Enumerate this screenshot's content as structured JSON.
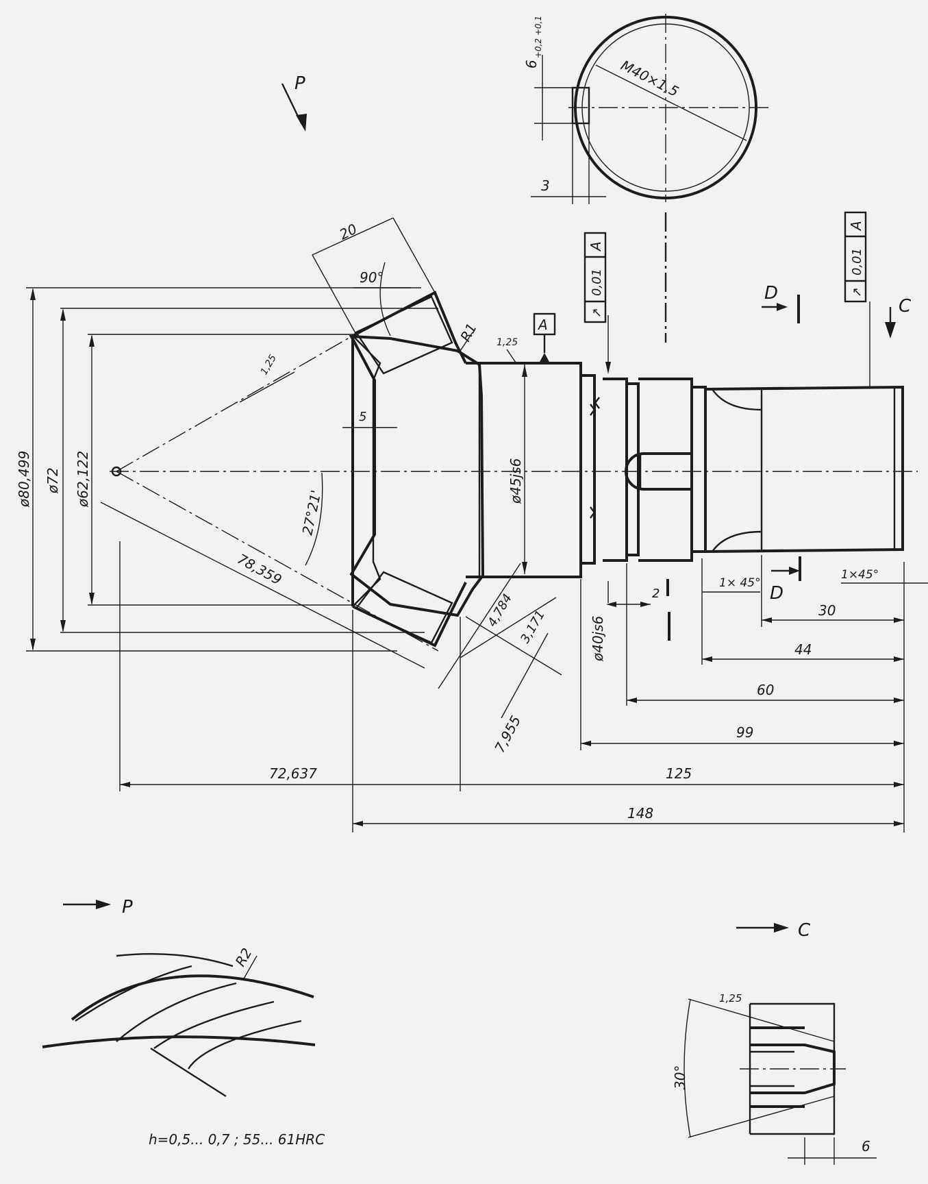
{
  "view_labels": {
    "p_top": "P",
    "p_detail": "P",
    "c_top": "C",
    "c_detail": "C",
    "d_top": "D",
    "d_bottom": "D",
    "datum": "A"
  },
  "dimensions": {
    "d_80_499": "ø80,499",
    "d_72": "ø72",
    "d_62_122": "ø62,122",
    "d_45js6": "ø45js6",
    "d_40js6": "ø40js6",
    "angle_27": "27°21'",
    "angle_90": "90°",
    "len_20": "20",
    "len_5": "5",
    "len_78_359": "78,359",
    "r1": "R1",
    "c125_top": "1,25",
    "c125_left": "1,25",
    "len_4_784": "4,784",
    "len_3_171": "3,171",
    "len_7_955": "7,955",
    "len_72_637": "72,637",
    "len_125": "125",
    "len_148": "148",
    "len_99": "99",
    "len_60": "60",
    "len_44": "44",
    "len_30": "30",
    "len_2": "2",
    "chamfer_left": "1× 45°",
    "chamfer_right": "1×45°",
    "thread": "M40×1,5",
    "slot_width": "6",
    "slot_tol": "+0,2 +0,1",
    "slot_depth": "3",
    "r2": "R2",
    "angle_30": "30°",
    "c125_detail": "1,25",
    "len_6": "6"
  },
  "tolerance_frames": [
    {
      "symbol": "↗",
      "value": "0,01",
      "datum": "A"
    },
    {
      "symbol": "↗",
      "value": "0,01",
      "datum": "A"
    }
  ],
  "notes": {
    "hardening": "h=0,5... 0,7 ; 55... 61HRC"
  }
}
